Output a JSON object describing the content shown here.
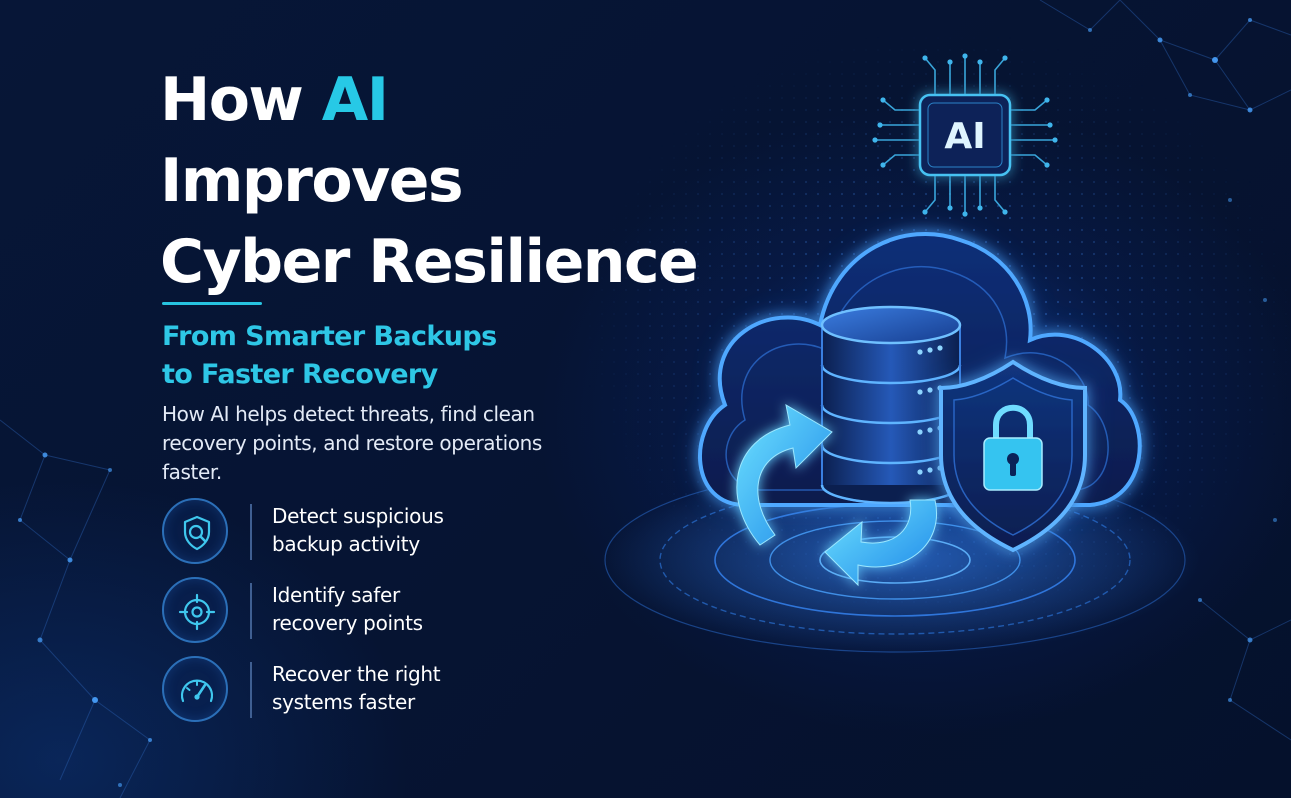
{
  "headline": {
    "line1_prefix": "How ",
    "line1_accent": "AI",
    "line2": "Improves",
    "line3": "Cyber Resilience"
  },
  "subheadline": {
    "line1": "From Smarter Backups",
    "line2": "to Faster Recovery"
  },
  "description": "How AI helps detect threats, find clean recovery points, and restore operations faster.",
  "features": [
    {
      "icon": "shield-search-icon",
      "line1": "Detect suspicious",
      "line2": "backup activity"
    },
    {
      "icon": "target-icon",
      "line1": "Identify safer",
      "line2": "recovery points"
    },
    {
      "icon": "speedometer-icon",
      "line1": "Recover the right",
      "line2": "systems faster"
    }
  ],
  "illustration": {
    "chip_label": "AI",
    "elements": [
      "ai-chip-icon",
      "cloud-icon",
      "database-icon",
      "sync-arrows-icon",
      "shield-lock-icon"
    ]
  },
  "colors": {
    "background": "#061433",
    "accent_cyan": "#27c9e6",
    "text_white": "#ffffff",
    "glow_blue": "#2f8cff"
  }
}
